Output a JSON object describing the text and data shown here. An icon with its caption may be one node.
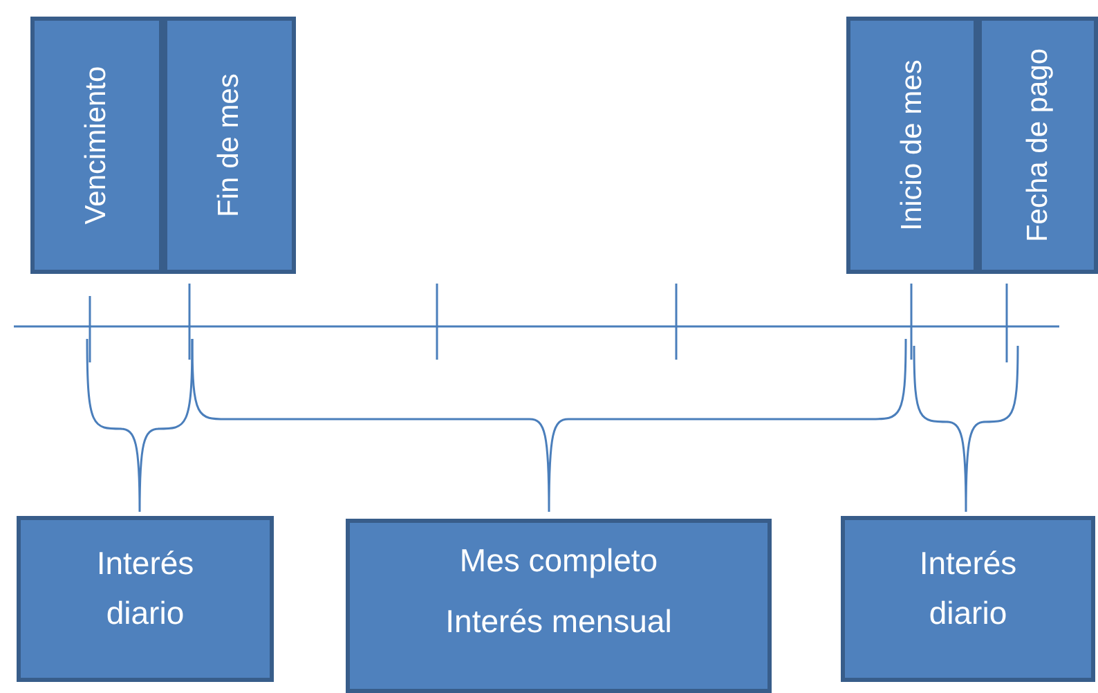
{
  "diagram": {
    "nodes": [
      {
        "text": [
          "Vencimiento"
        ]
      },
      {
        "text": [
          "Fin de mes"
        ]
      },
      {
        "text": [
          "Inicio de mes"
        ]
      },
      {
        "text": [
          "Fecha de pago"
        ]
      },
      {
        "text": [
          "Interés diario"
        ]
      },
      {
        "text": [
          "Mes completo",
          "Interés mensual"
        ]
      },
      {
        "text": [
          "Interés diario"
        ]
      }
    ],
    "edges": []
  }
}
